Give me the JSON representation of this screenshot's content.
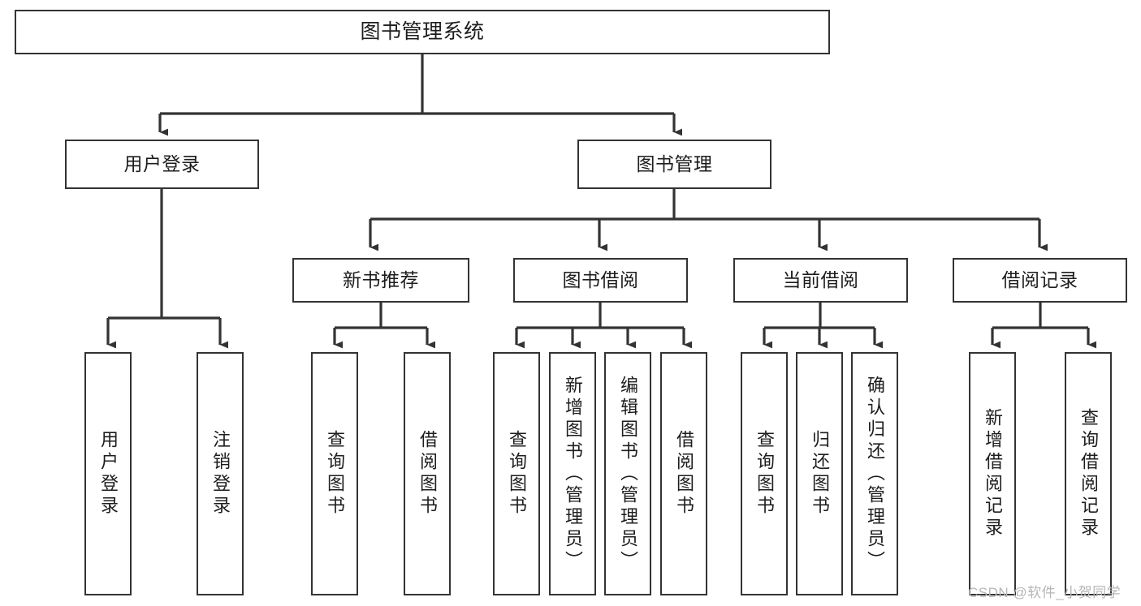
{
  "diagram": {
    "title": "图书管理系统",
    "watermark": "CSDN @软件_小贺同学",
    "line_color": "#333333",
    "box_border_color": "#333333",
    "box_fill_color": "#ffffff",
    "text_color": "#1d1d1d",
    "watermark_color": "#b6b6b6",
    "nodes": {
      "root": {
        "label": "图书管理系统",
        "orientation": "horizontal"
      },
      "level2": [
        {
          "id": "user-login",
          "label": "用户登录",
          "orientation": "horizontal"
        },
        {
          "id": "book-manage",
          "label": "图书管理",
          "orientation": "horizontal"
        }
      ],
      "level3": [
        {
          "id": "new-book-recommend",
          "label": "新书推荐",
          "orientation": "horizontal"
        },
        {
          "id": "book-borrow",
          "label": "图书借阅",
          "orientation": "horizontal"
        },
        {
          "id": "current-borrow",
          "label": "当前借阅",
          "orientation": "horizontal"
        },
        {
          "id": "borrow-record",
          "label": "借阅记录",
          "orientation": "horizontal"
        }
      ],
      "leaves": [
        {
          "id": "leaf-user-login",
          "label": "用户登录",
          "parent": "user-login",
          "orientation": "vertical"
        },
        {
          "id": "leaf-logout-login",
          "label": "注销登录",
          "parent": "user-login",
          "orientation": "vertical"
        },
        {
          "id": "leaf-query-book-1",
          "label": "查询图书",
          "parent": "new-book-recommend",
          "orientation": "vertical"
        },
        {
          "id": "leaf-borrow-book-1",
          "label": "借阅图书",
          "parent": "new-book-recommend",
          "orientation": "vertical"
        },
        {
          "id": "leaf-query-book-2",
          "label": "查询图书",
          "parent": "book-borrow",
          "orientation": "vertical"
        },
        {
          "id": "leaf-add-book-admin",
          "label": "新增图书（管理员）",
          "parent": "book-borrow",
          "orientation": "vertical"
        },
        {
          "id": "leaf-edit-book-admin",
          "label": "编辑图书（管理员）",
          "parent": "book-borrow",
          "orientation": "vertical"
        },
        {
          "id": "leaf-borrow-book-2",
          "label": "借阅图书",
          "parent": "book-borrow",
          "orientation": "vertical"
        },
        {
          "id": "leaf-query-book-3",
          "label": "查询图书",
          "parent": "current-borrow",
          "orientation": "vertical"
        },
        {
          "id": "leaf-return-book",
          "label": "归还图书",
          "parent": "current-borrow",
          "orientation": "vertical"
        },
        {
          "id": "leaf-confirm-return-admin",
          "label": "确认归还（管理员）",
          "parent": "current-borrow",
          "orientation": "vertical"
        },
        {
          "id": "leaf-add-borrow-record",
          "label": "新增借阅记录",
          "parent": "borrow-record",
          "orientation": "vertical"
        },
        {
          "id": "leaf-query-borrow-record",
          "label": "查询借阅记录",
          "parent": "borrow-record",
          "orientation": "vertical"
        }
      ]
    }
  }
}
